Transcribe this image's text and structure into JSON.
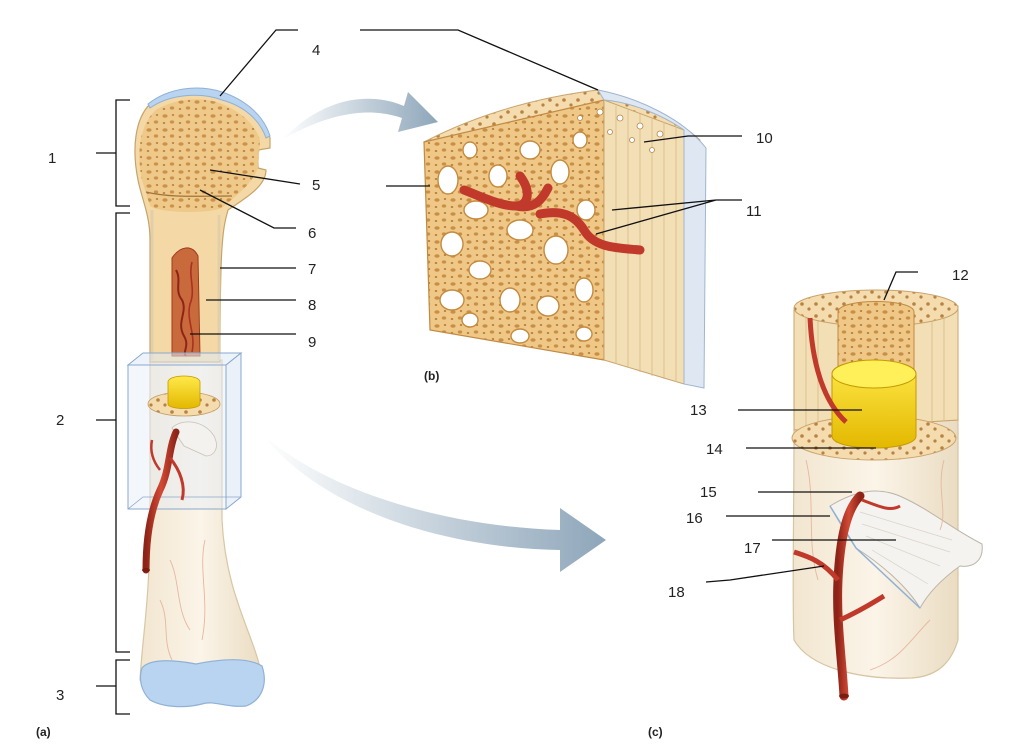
{
  "labels": {
    "l1": "1",
    "l2": "2",
    "l3": "3",
    "l4": "4",
    "l5": "5",
    "l6": "6",
    "l7": "7",
    "l8": "8",
    "l9": "9",
    "l10": "10",
    "l11": "11",
    "l12": "12",
    "l13": "13",
    "l14": "14",
    "l15": "15",
    "l16": "16",
    "l17": "17",
    "l18": "18"
  },
  "panels": {
    "a": "(a)",
    "b": "(b)",
    "c": "(c)"
  },
  "colors": {
    "bone": "#f0cd8f",
    "bone_dark": "#d9a45a",
    "spongy": "#e6b870",
    "marrow_yellow": "#f5d11a",
    "marrow_red": "#b5452c",
    "vessel": "#c0392b",
    "periosteum": "#dfe8f2",
    "cartilage": "#b9d4f0",
    "arrow": "#9fb3c4"
  }
}
